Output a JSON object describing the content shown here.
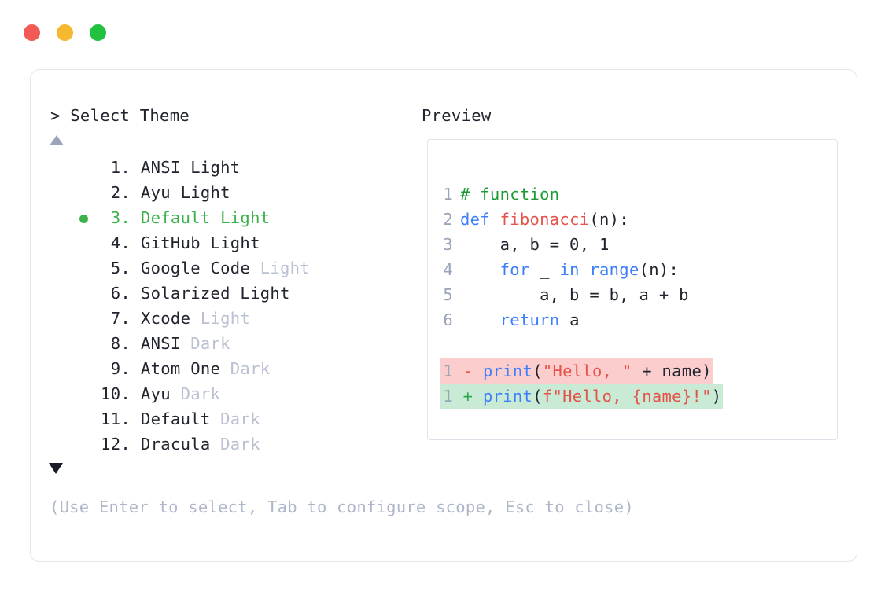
{
  "window": {
    "dots": [
      {
        "name": "close-dot",
        "color": "#f25a55"
      },
      {
        "name": "minimize-dot",
        "color": "#f5b82e"
      },
      {
        "name": "maximize-dot",
        "color": "#22c13f"
      }
    ]
  },
  "prompt": {
    "header": "> Select Theme",
    "scroll_up_icon": "triangle-up-icon",
    "scroll_down_icon": "triangle-down-icon",
    "selected_index": 3,
    "selected_bullet": "●"
  },
  "themes": [
    {
      "num": "1.",
      "name": "ANSI",
      "suffix": "Light",
      "muted": false,
      "selected": false
    },
    {
      "num": "2.",
      "name": "Ayu",
      "suffix": "Light",
      "muted": false,
      "selected": false
    },
    {
      "num": "3.",
      "name": "Default",
      "suffix": "Light",
      "muted": false,
      "selected": true
    },
    {
      "num": "4.",
      "name": "GitHub",
      "suffix": "Light",
      "muted": false,
      "selected": false
    },
    {
      "num": "5.",
      "name": "Google Code",
      "suffix": "Light",
      "muted": true,
      "selected": false
    },
    {
      "num": "6.",
      "name": "Solarized",
      "suffix": "Light",
      "muted": false,
      "selected": false
    },
    {
      "num": "7.",
      "name": "Xcode",
      "suffix": "Light",
      "muted": true,
      "selected": false
    },
    {
      "num": "8.",
      "name": "ANSI",
      "suffix": "Dark",
      "muted": true,
      "selected": false
    },
    {
      "num": "9.",
      "name": "Atom One",
      "suffix": "Dark",
      "muted": true,
      "selected": false
    },
    {
      "num": "10.",
      "name": "Ayu",
      "suffix": "Dark",
      "muted": true,
      "selected": false
    },
    {
      "num": "11.",
      "name": "Default",
      "suffix": "Dark",
      "muted": true,
      "selected": false
    },
    {
      "num": "12.",
      "name": "Dracula",
      "suffix": "Dark",
      "muted": true,
      "selected": false
    }
  ],
  "footer": {
    "hint": "(Use Enter to select, Tab to configure scope, Esc to close)"
  },
  "preview": {
    "header": "Preview",
    "code_lines": [
      {
        "ln": "1",
        "tokens": [
          {
            "t": "# function",
            "c": "comment"
          }
        ]
      },
      {
        "ln": "2",
        "tokens": [
          {
            "t": "def ",
            "c": "kw"
          },
          {
            "t": "fibonacci",
            "c": "fn"
          },
          {
            "t": "(n):",
            "c": "punct"
          }
        ]
      },
      {
        "ln": "3",
        "tokens": [
          {
            "t": "    a, b = 0, 1",
            "c": "plain"
          }
        ]
      },
      {
        "ln": "4",
        "tokens": [
          {
            "t": "    ",
            "c": "plain"
          },
          {
            "t": "for",
            "c": "kw"
          },
          {
            "t": " _ ",
            "c": "plain"
          },
          {
            "t": "in range",
            "c": "kw"
          },
          {
            "t": "(n):",
            "c": "punct"
          }
        ]
      },
      {
        "ln": "5",
        "tokens": [
          {
            "t": "        a, b = b, a + b",
            "c": "plain"
          }
        ]
      },
      {
        "ln": "6",
        "tokens": [
          {
            "t": "    ",
            "c": "plain"
          },
          {
            "t": "return",
            "c": "kw"
          },
          {
            "t": " a",
            "c": "plain"
          }
        ]
      }
    ],
    "diff_lines": [
      {
        "ln": "1",
        "sign": "-",
        "kind": "del",
        "tokens": [
          {
            "t": "print",
            "c": "kw"
          },
          {
            "t": "(",
            "c": "punct"
          },
          {
            "t": "\"Hello, \"",
            "c": "str"
          },
          {
            "t": " + name)",
            "c": "plain"
          }
        ]
      },
      {
        "ln": "1",
        "sign": "+",
        "kind": "add",
        "tokens": [
          {
            "t": "print",
            "c": "kw"
          },
          {
            "t": "(",
            "c": "punct"
          },
          {
            "t": "f\"Hello, {name}!\"",
            "c": "str"
          },
          {
            "t": ")",
            "c": "punct"
          }
        ]
      }
    ]
  },
  "colors": {
    "accent_green": "#3bb149",
    "comment_green": "#1a9a33",
    "keyword_blue": "#3d7efb",
    "string_red": "#e5534b",
    "muted_gray": "#b9c0d2",
    "diff_del_bg": "#fbcdcd",
    "diff_add_bg": "#c9ead5"
  }
}
